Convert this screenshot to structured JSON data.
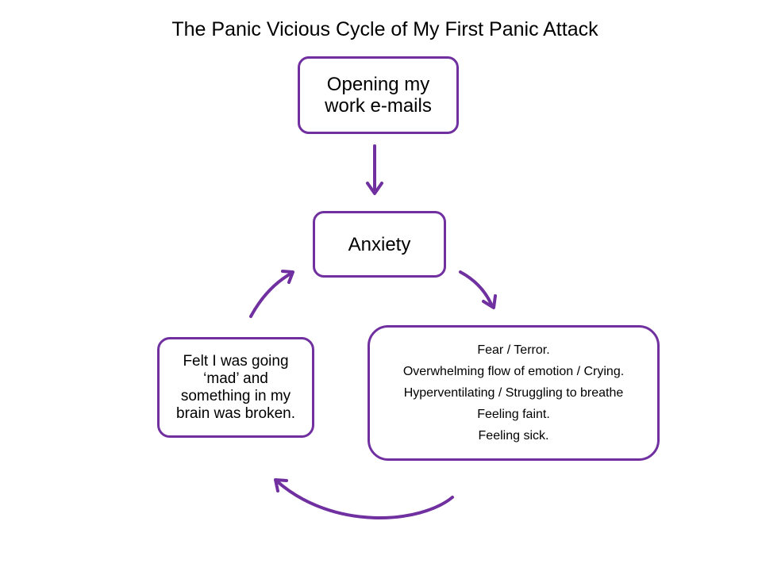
{
  "title": "The Panic Vicious Cycle of My First Panic Attack",
  "nodes": {
    "trigger": {
      "lines": [
        "Opening my",
        "work e-mails"
      ]
    },
    "anxiety": {
      "lines": [
        "Anxiety"
      ]
    },
    "symptoms": {
      "lines": [
        "Fear / Terror.",
        "Overwhelming flow of emotion / Crying.",
        "Hyperventilating / Struggling to breathe",
        "Feeling faint.",
        "Feeling sick."
      ]
    },
    "thoughts": {
      "lines": [
        "Felt I was going",
        "‘mad’ and",
        "something in my",
        "brain was broken."
      ]
    }
  },
  "colors": {
    "accent": "#7030a0",
    "background": "#ffffff",
    "text": "#000000"
  }
}
